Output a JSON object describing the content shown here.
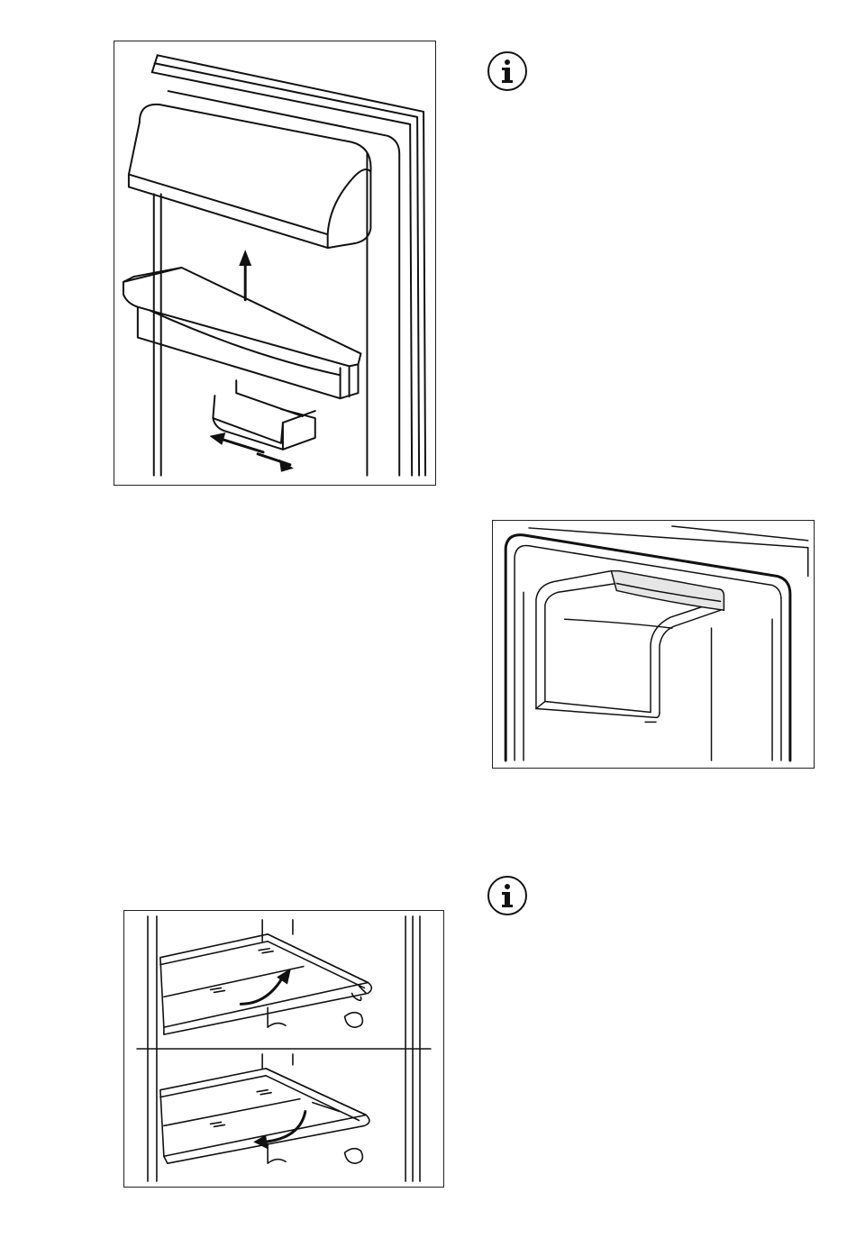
{
  "icons": {
    "info_top": "info-icon",
    "info_bottom": "info-icon"
  },
  "figures": {
    "door_shelves": {
      "icon": "door-shelf-illustration"
    },
    "top_cover": {
      "icon": "top-cover-illustration"
    },
    "glass_shelves": {
      "icon": "glass-shelf-illustration"
    }
  },
  "colors": {
    "line": "#111111",
    "shade": "#e6e6e6",
    "paper": "#ffffff"
  }
}
